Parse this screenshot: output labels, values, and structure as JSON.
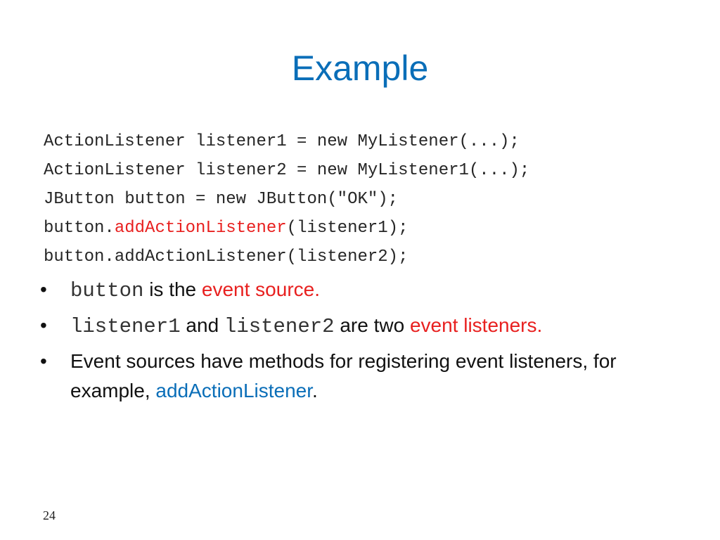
{
  "title": "Example",
  "code_lines": [
    "ActionListener listener1 = new MyListener(...);",
    "ActionListener listener2 = new MyListener1(...);",
    "JButton button = new JButton(\"OK\");",
    {
      "prefix": "button.",
      "highlight": "addActionListener",
      "suffix": "(listener1);"
    },
    "button.addActionListener(listener2);"
  ],
  "bullets": [
    {
      "marker": "•",
      "code": "button",
      "text": " is the ",
      "highlight": "event source."
    },
    {
      "marker": "•",
      "code1": "listener1",
      "text1": " and ",
      "code2": "listener2",
      "text2": "  are two ",
      "highlight": "event listeners."
    },
    {
      "marker": "•",
      "text": "Event sources have methods for registering event listeners, for example, ",
      "highlight": "addActionListener",
      "suffix": "."
    }
  ],
  "page_number": "24",
  "colors": {
    "title": "#0a6eb8",
    "highlight_red": "#e8201f",
    "highlight_blue": "#0a6eb8"
  }
}
